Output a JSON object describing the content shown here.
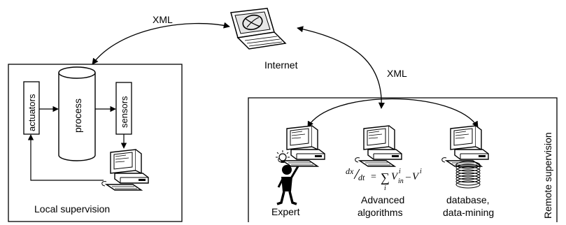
{
  "labels": {
    "xml_top": "XML",
    "xml_right": "XML",
    "internet": "Internet",
    "local_supervision": "Local supervision",
    "remote_supervision": "Remote supervision",
    "actuators": "actuators",
    "process": "process",
    "sensors": "sensors",
    "expert": "Expert",
    "advanced_line1": "Advanced",
    "advanced_line2": "algorithms",
    "database_line1": "database,",
    "database_line2": "data-mining"
  },
  "formula": {
    "dx": "dx",
    "dt": "dt",
    "equals": "=",
    "sum": "∑",
    "sum_index": "i",
    "V1": "V",
    "V1_sup": "i",
    "V1_sub": "in",
    "minus": "–",
    "V2": "V",
    "V2_sup": "i"
  },
  "icons": [
    "internet-terminal-icon",
    "computer-icon",
    "cylinder-process-icon",
    "person-lightbulb-icon",
    "database-coil-icon"
  ]
}
